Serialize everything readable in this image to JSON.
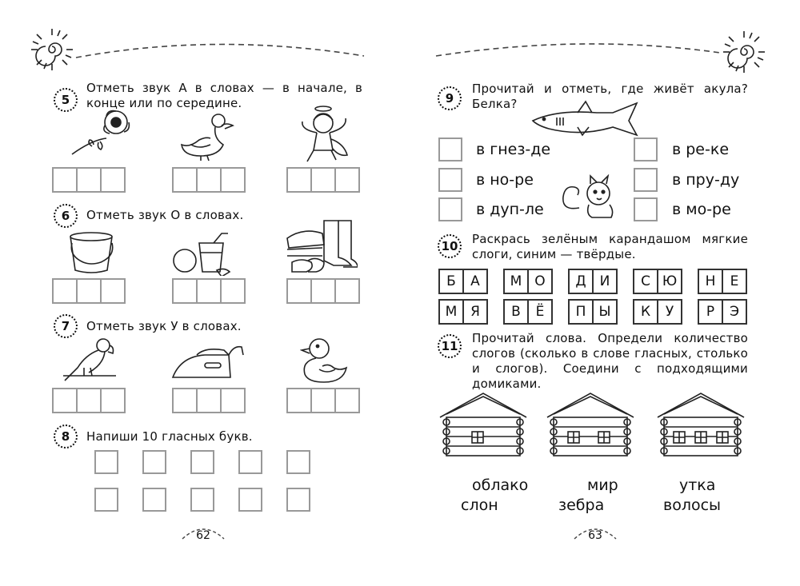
{
  "left_page": {
    "number": "62",
    "task5": {
      "num": "5",
      "text": "Отметь звук А в словах — в начале, в конце или по середине."
    },
    "task6": {
      "num": "6",
      "text": "Отметь звук О в словах."
    },
    "task7": {
      "num": "7",
      "text": "Отметь звук У в словах."
    },
    "task8": {
      "num": "8",
      "text": "Напиши 10 гласных букв."
    }
  },
  "right_page": {
    "number": "63",
    "task9": {
      "num": "9",
      "text": "Прочитай и отметь, где живёт акула? Белка?",
      "options_left": [
        "в гнез-де",
        "в но-ре",
        "в дуп-ле"
      ],
      "options_right": [
        "в ре-ке",
        "в пру-ду",
        "в мо-ре"
      ]
    },
    "task10": {
      "num": "10",
      "text": "Раскрась зелёным карандашом мягкие слоги, синим — твёрдые.",
      "row1": [
        [
          "Б",
          "А"
        ],
        [
          "М",
          "О"
        ],
        [
          "Д",
          "И"
        ],
        [
          "С",
          "Ю"
        ],
        [
          "Н",
          "Е"
        ]
      ],
      "row2": [
        [
          "М",
          "Я"
        ],
        [
          "В",
          "Ё"
        ],
        [
          "П",
          "Ы"
        ],
        [
          "К",
          "У"
        ],
        [
          "Р",
          "Э"
        ]
      ]
    },
    "task11": {
      "num": "11",
      "text": "Прочитай слова. Определи количество слогов (сколько в слове гласных, столько и слогов). Соедини с подходящими домиками.",
      "words": [
        "облако",
        "мир",
        "утка",
        "слон",
        "зебра",
        "волосы"
      ]
    }
  },
  "icons": {
    "sun": "sun-icon"
  }
}
